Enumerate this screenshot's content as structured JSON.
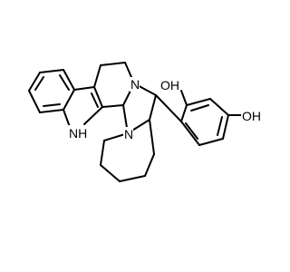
{
  "structure": {
    "atom_labels": {
      "oh_top": "OH",
      "oh_right": "OH",
      "nh": "NH",
      "n_upper": "N",
      "n_lower": "N"
    },
    "colors": {
      "bond": "#000000",
      "text": "#000000",
      "background": "#ffffff"
    }
  }
}
